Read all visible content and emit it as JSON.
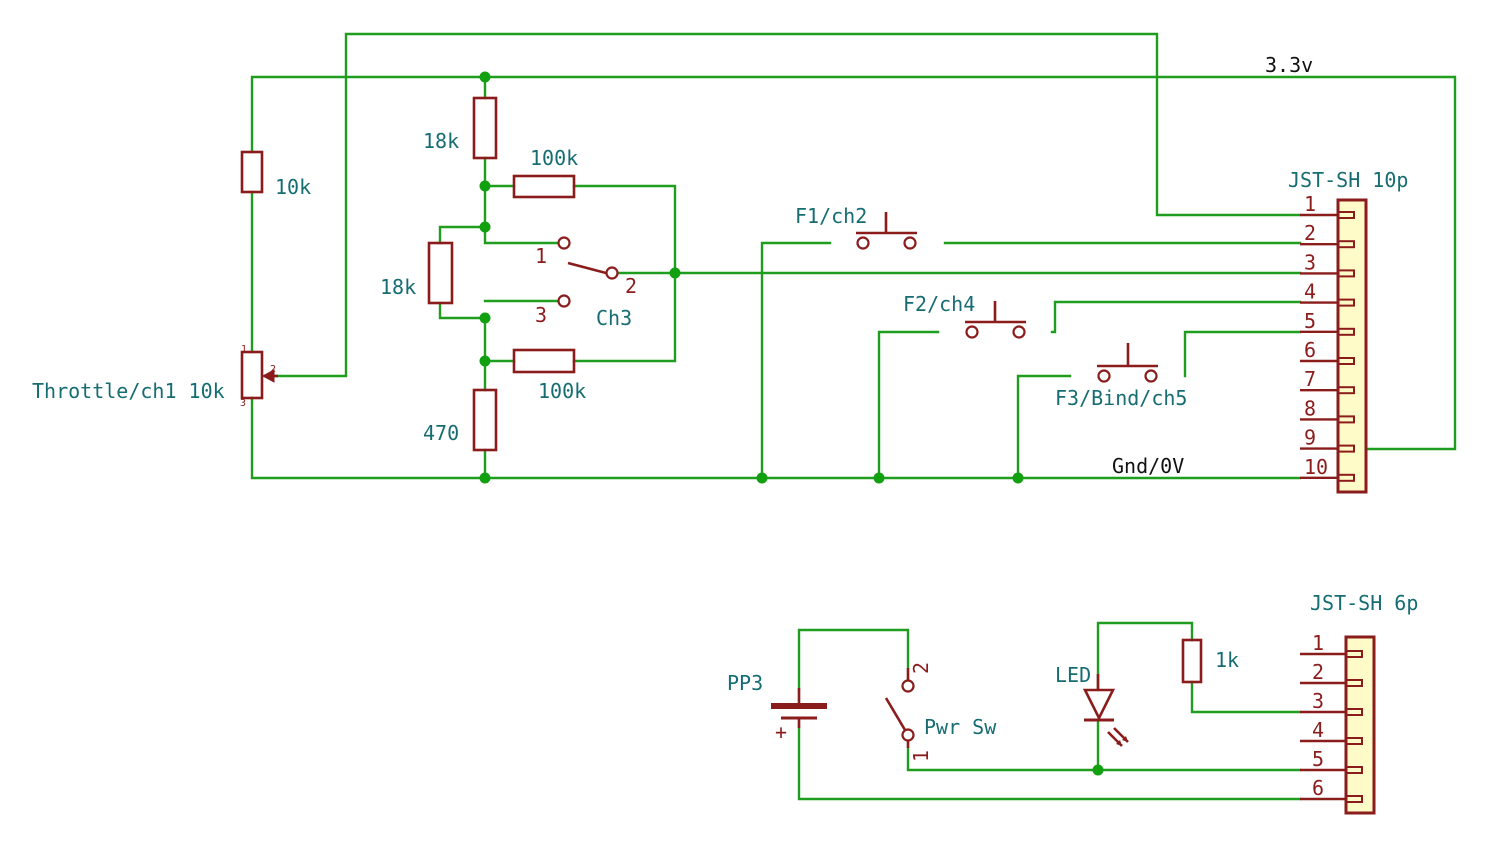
{
  "labels": {
    "rail_3v3": "3.3v",
    "gnd": "Gnd/0V",
    "r_10k": "10k",
    "throttle": "Throttle/ch1 10k",
    "r_18k_top": "18k",
    "r_100k_top": "100k",
    "r_18k_mid": "18k",
    "r_100k_bot": "100k",
    "r_470": "470",
    "sw_ch3": "Ch3",
    "sw_f1": "F1/ch2",
    "sw_f2": "F2/ch4",
    "sw_f3": "F3/Bind/ch5",
    "conn_10p": "JST-SH 10p",
    "conn_6p": "JST-SH 6p",
    "pp3": "PP3",
    "pwr_sw": "Pwr Sw",
    "led": "LED",
    "r_1k": "1k",
    "battery_plus": "+"
  },
  "pins": {
    "ch3_switch": [
      "1",
      "2",
      "3"
    ],
    "pwr_switch": [
      "2",
      "1"
    ],
    "pot": [
      "1",
      "2",
      "3"
    ]
  },
  "connector_10p_pins": [
    "1",
    "2",
    "3",
    "4",
    "5",
    "6",
    "7",
    "8",
    "9",
    "10"
  ],
  "connector_6p_pins": [
    "1",
    "2",
    "3",
    "4",
    "5",
    "6"
  ],
  "colors": {
    "wire": "#1f9d1f",
    "component": "#8b1c1c",
    "label": "#156d72",
    "connector_body": "#fffbc8"
  }
}
